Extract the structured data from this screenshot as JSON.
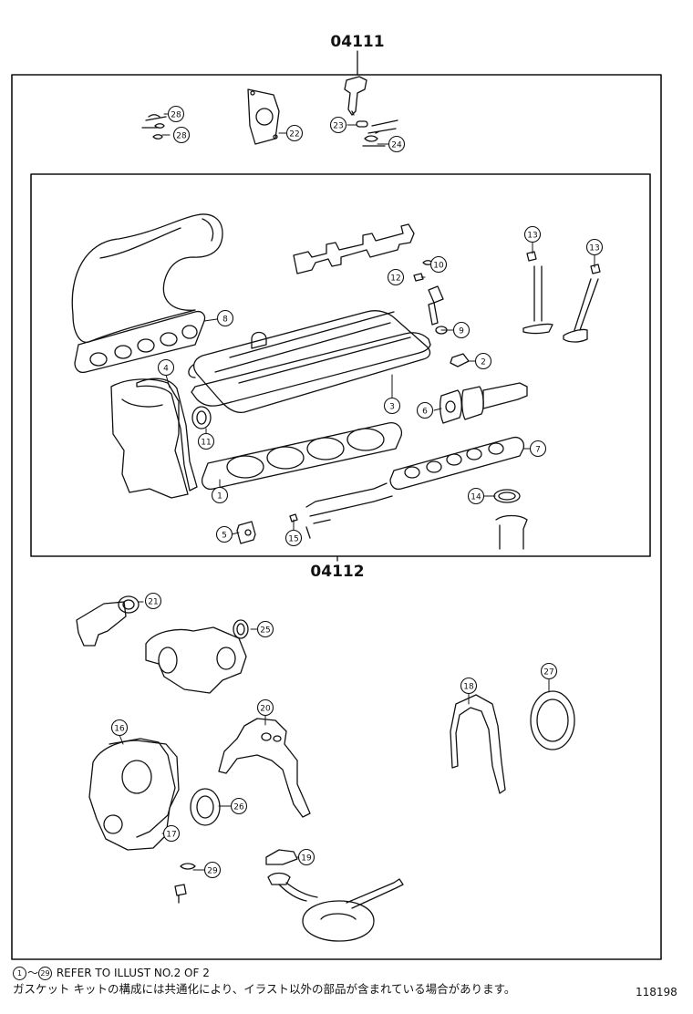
{
  "assembly_codes": {
    "top": "04111",
    "inner": "04112"
  },
  "callouts": [
    {
      "id": "c28a",
      "label": "28"
    },
    {
      "id": "c28b",
      "label": "28"
    },
    {
      "id": "c22",
      "label": "22"
    },
    {
      "id": "c23",
      "label": "23"
    },
    {
      "id": "c24",
      "label": "24"
    },
    {
      "id": "c13a",
      "label": "13"
    },
    {
      "id": "c13b",
      "label": "13"
    },
    {
      "id": "c10",
      "label": "10"
    },
    {
      "id": "c12",
      "label": "12"
    },
    {
      "id": "c8",
      "label": "8"
    },
    {
      "id": "c9",
      "label": "9"
    },
    {
      "id": "c2",
      "label": "2"
    },
    {
      "id": "c4",
      "label": "4"
    },
    {
      "id": "c3",
      "label": "3"
    },
    {
      "id": "c6",
      "label": "6"
    },
    {
      "id": "c11",
      "label": "11"
    },
    {
      "id": "c7",
      "label": "7"
    },
    {
      "id": "c1",
      "label": "1"
    },
    {
      "id": "c14",
      "label": "14"
    },
    {
      "id": "c5",
      "label": "5"
    },
    {
      "id": "c15",
      "label": "15"
    },
    {
      "id": "c21",
      "label": "21"
    },
    {
      "id": "c25",
      "label": "25"
    },
    {
      "id": "c18",
      "label": "18"
    },
    {
      "id": "c27",
      "label": "27"
    },
    {
      "id": "c16",
      "label": "16"
    },
    {
      "id": "c20",
      "label": "20"
    },
    {
      "id": "c26",
      "label": "26"
    },
    {
      "id": "c17",
      "label": "17"
    },
    {
      "id": "c29",
      "label": "29"
    },
    {
      "id": "c19",
      "label": "19"
    }
  ],
  "notes": {
    "range_start": "1",
    "range_sep": "～",
    "range_end": "29",
    "refer_text": "REFER TO ILLUST NO.2 OF 2",
    "japanese_text": "ガスケット キットの構成には共通化により、イラスト以外の部品が含まれている場合があります。"
  },
  "figure_number": "118198"
}
